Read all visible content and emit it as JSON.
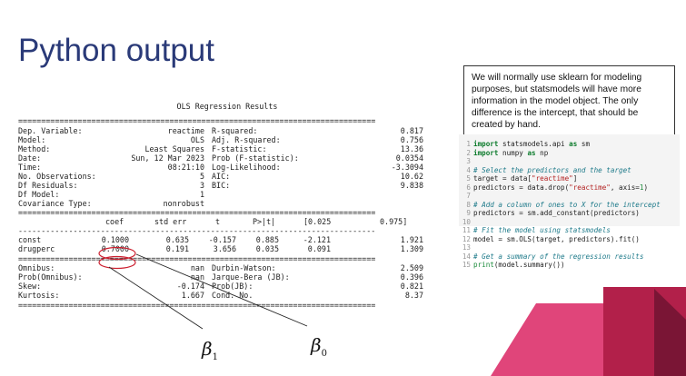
{
  "slide": {
    "title": "Python output"
  },
  "ols": {
    "title": "OLS Regression Results",
    "sep_heavy": "==============================================================================",
    "sep_light": "------------------------------------------------------------------------------",
    "summary_left": [
      {
        "label": "Dep. Variable:",
        "value": "reactime"
      },
      {
        "label": "Model:",
        "value": "OLS"
      },
      {
        "label": "Method:",
        "value": "Least Squares"
      },
      {
        "label": "Date:",
        "value": "Sun, 12 Mar 2023"
      },
      {
        "label": "Time:",
        "value": "08:21:10"
      },
      {
        "label": "No. Observations:",
        "value": "5"
      },
      {
        "label": "Df Residuals:",
        "value": "3"
      },
      {
        "label": "Df Model:",
        "value": "1"
      },
      {
        "label": "Covariance Type:",
        "value": "nonrobust"
      }
    ],
    "summary_right": [
      {
        "label": "R-squared:",
        "value": "0.817"
      },
      {
        "label": "Adj. R-squared:",
        "value": "0.756"
      },
      {
        "label": "F-statistic:",
        "value": "13.36"
      },
      {
        "label": "Prob (F-statistic):",
        "value": "0.0354"
      },
      {
        "label": "Log-Likelihood:",
        "value": "-3.3094"
      },
      {
        "label": "AIC:",
        "value": "10.62"
      },
      {
        "label": "BIC:",
        "value": "9.838"
      },
      {
        "label": "",
        "value": ""
      },
      {
        "label": "",
        "value": ""
      }
    ],
    "coef_headers": [
      "coef",
      "std err",
      "t",
      "P>|t|",
      "[0.025",
      "0.975]"
    ],
    "coef_rows": [
      {
        "name": "const",
        "coef": "0.1000",
        "stderr": "0.635",
        "t": "-0.157",
        "p": "0.885",
        "lo": "-2.121",
        "hi": "1.921"
      },
      {
        "name": "drugperc",
        "coef": "0.7000",
        "stderr": "0.191",
        "t": "3.656",
        "p": "0.035",
        "lo": "0.091",
        "hi": "1.309"
      }
    ],
    "diag_left": [
      {
        "label": "Omnibus:",
        "value": "nan"
      },
      {
        "label": "Prob(Omnibus):",
        "value": "nan"
      },
      {
        "label": "Skew:",
        "value": "-0.174"
      },
      {
        "label": "Kurtosis:",
        "value": "1.667"
      }
    ],
    "diag_right": [
      {
        "label": "Durbin-Watson:",
        "value": "2.509"
      },
      {
        "label": "Jarque-Bera (JB):",
        "value": "0.396"
      },
      {
        "label": "Prob(JB):",
        "value": "0.821"
      },
      {
        "label": "Cond. No.",
        "value": "8.37"
      }
    ]
  },
  "note": {
    "text": "We will normally use sklearn for modeling purposes, but statsmodels will have more information in the model object. The only difference is the intercept, that should be created by hand."
  },
  "code": {
    "lines": [
      [
        {
          "t": "import",
          "c": "kw"
        },
        {
          "t": " statsmodels.api ",
          "c": ""
        },
        {
          "t": "as",
          "c": "kw"
        },
        {
          "t": " sm",
          "c": ""
        }
      ],
      [
        {
          "t": "import",
          "c": "kw"
        },
        {
          "t": " numpy ",
          "c": ""
        },
        {
          "t": "as",
          "c": "kw"
        },
        {
          "t": " np",
          "c": ""
        }
      ],
      [],
      [
        {
          "t": "# Select the predictors and the target",
          "c": "cm"
        }
      ],
      [
        {
          "t": "target = data[",
          "c": ""
        },
        {
          "t": "\"reactime\"",
          "c": "st"
        },
        {
          "t": "]",
          "c": ""
        }
      ],
      [
        {
          "t": "predictors = data.drop(",
          "c": ""
        },
        {
          "t": "\"reactime\"",
          "c": "st"
        },
        {
          "t": ", axis=",
          "c": ""
        },
        {
          "t": "1",
          "c": "nm"
        },
        {
          "t": ")",
          "c": ""
        }
      ],
      [],
      [
        {
          "t": "# Add a column of ones to X for the intercept",
          "c": "cm"
        }
      ],
      [
        {
          "t": "predictors = sm.add_constant(predictors)",
          "c": ""
        }
      ],
      [],
      [
        {
          "t": "# Fit the model using statsmodels",
          "c": "cm"
        }
      ],
      [
        {
          "t": "model = sm.OLS(target, predictors).fit()",
          "c": ""
        }
      ],
      [],
      [
        {
          "t": "# Get a summary of the regression results",
          "c": "cm"
        }
      ],
      [
        {
          "t": "print",
          "c": "fn"
        },
        {
          "t": "(model.summary())",
          "c": ""
        }
      ]
    ]
  },
  "annotations": {
    "beta1_base": "β",
    "beta1_sub": "1",
    "beta0_base": "β",
    "beta0_sub": "0"
  },
  "colors": {
    "title": "#2a3a78",
    "deco_pink": "#e0457a",
    "deco_crimson": "#b2204a",
    "deco_dark": "#7a1535",
    "circle": "#cc1f2f"
  }
}
